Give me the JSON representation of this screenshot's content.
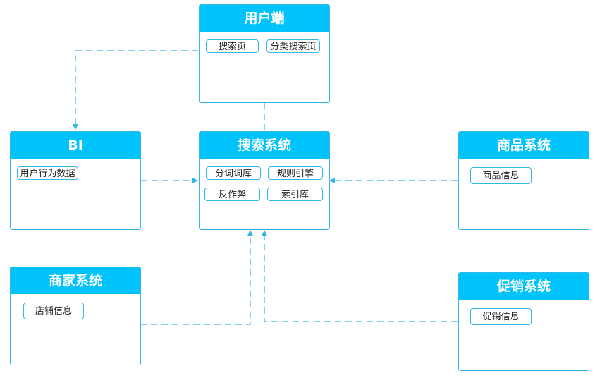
{
  "nodes": {
    "user_client": {
      "title": "用户端",
      "items": [
        "搜索页",
        "分类搜索页"
      ]
    },
    "bi": {
      "title": "BI",
      "items": [
        "用户行为数据"
      ]
    },
    "search_system": {
      "title": "搜索系统",
      "items": [
        "分词词库",
        "规则引擎",
        "反作弊",
        "索引库"
      ]
    },
    "product_system": {
      "title": "商品系统",
      "items": [
        "商品信息"
      ]
    },
    "merchant_system": {
      "title": "商家系统",
      "items": [
        "店铺信息"
      ]
    },
    "promotion_system": {
      "title": "促销系统",
      "items": [
        "促销信息"
      ]
    }
  },
  "colors": {
    "header": "#00c3fb",
    "border": "#35b6e8",
    "line": "#35b6e8"
  }
}
